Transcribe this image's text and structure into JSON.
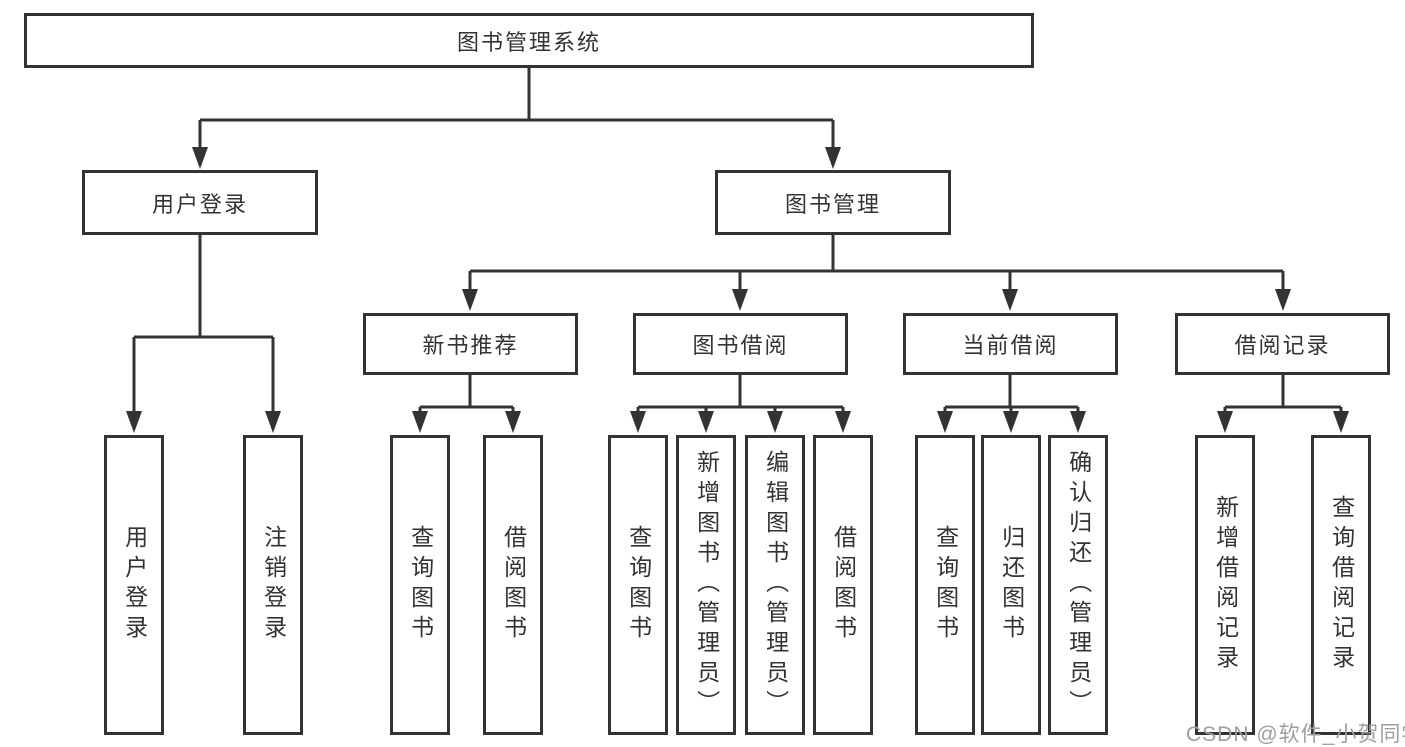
{
  "tree": {
    "root": {
      "label": "图书管理系统"
    },
    "branches": [
      {
        "label": "用户登录",
        "children": [
          {
            "label": "用户登录"
          },
          {
            "label": "注销登录"
          }
        ]
      },
      {
        "label": "图书管理",
        "sections": [
          {
            "label": "新书推荐",
            "children": [
              {
                "label": "查询图书"
              },
              {
                "label": "借阅图书"
              }
            ]
          },
          {
            "label": "图书借阅",
            "children": [
              {
                "label": "查询图书"
              },
              {
                "label": "新增图书（管理员）"
              },
              {
                "label": "编辑图书（管理员）"
              },
              {
                "label": "借阅图书"
              }
            ]
          },
          {
            "label": "当前借阅",
            "children": [
              {
                "label": "查询图书"
              },
              {
                "label": "归还图书"
              },
              {
                "label": "确认归还（管理员）"
              }
            ]
          },
          {
            "label": "借阅记录",
            "children": [
              {
                "label": "新增借阅记录"
              },
              {
                "label": "查询借阅记录"
              }
            ]
          }
        ]
      }
    ]
  },
  "watermark": {
    "text": "CSDN @软件_小贺同学"
  },
  "colors": {
    "line": "#333333",
    "text": "#333333",
    "background": "#ffffff",
    "watermark": "#9e9e9e"
  }
}
